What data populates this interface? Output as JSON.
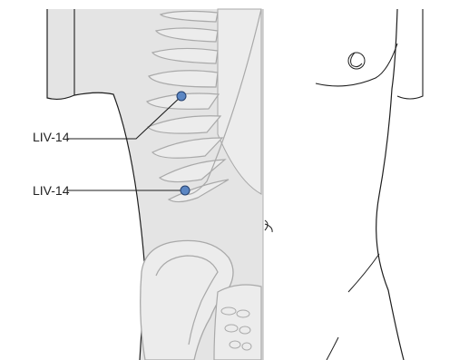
{
  "points": [
    {
      "id": "upper",
      "label": "LIV-14"
    },
    {
      "id": "lower",
      "label": "LIV-14"
    }
  ],
  "colors": {
    "body_fill": "#e4e4e4",
    "bone_fill": "#ececec",
    "bone_stroke": "#a9a9a9",
    "outline": "#1e1e1e",
    "point_fill": "#5b86c3",
    "point_stroke": "#25406d"
  }
}
